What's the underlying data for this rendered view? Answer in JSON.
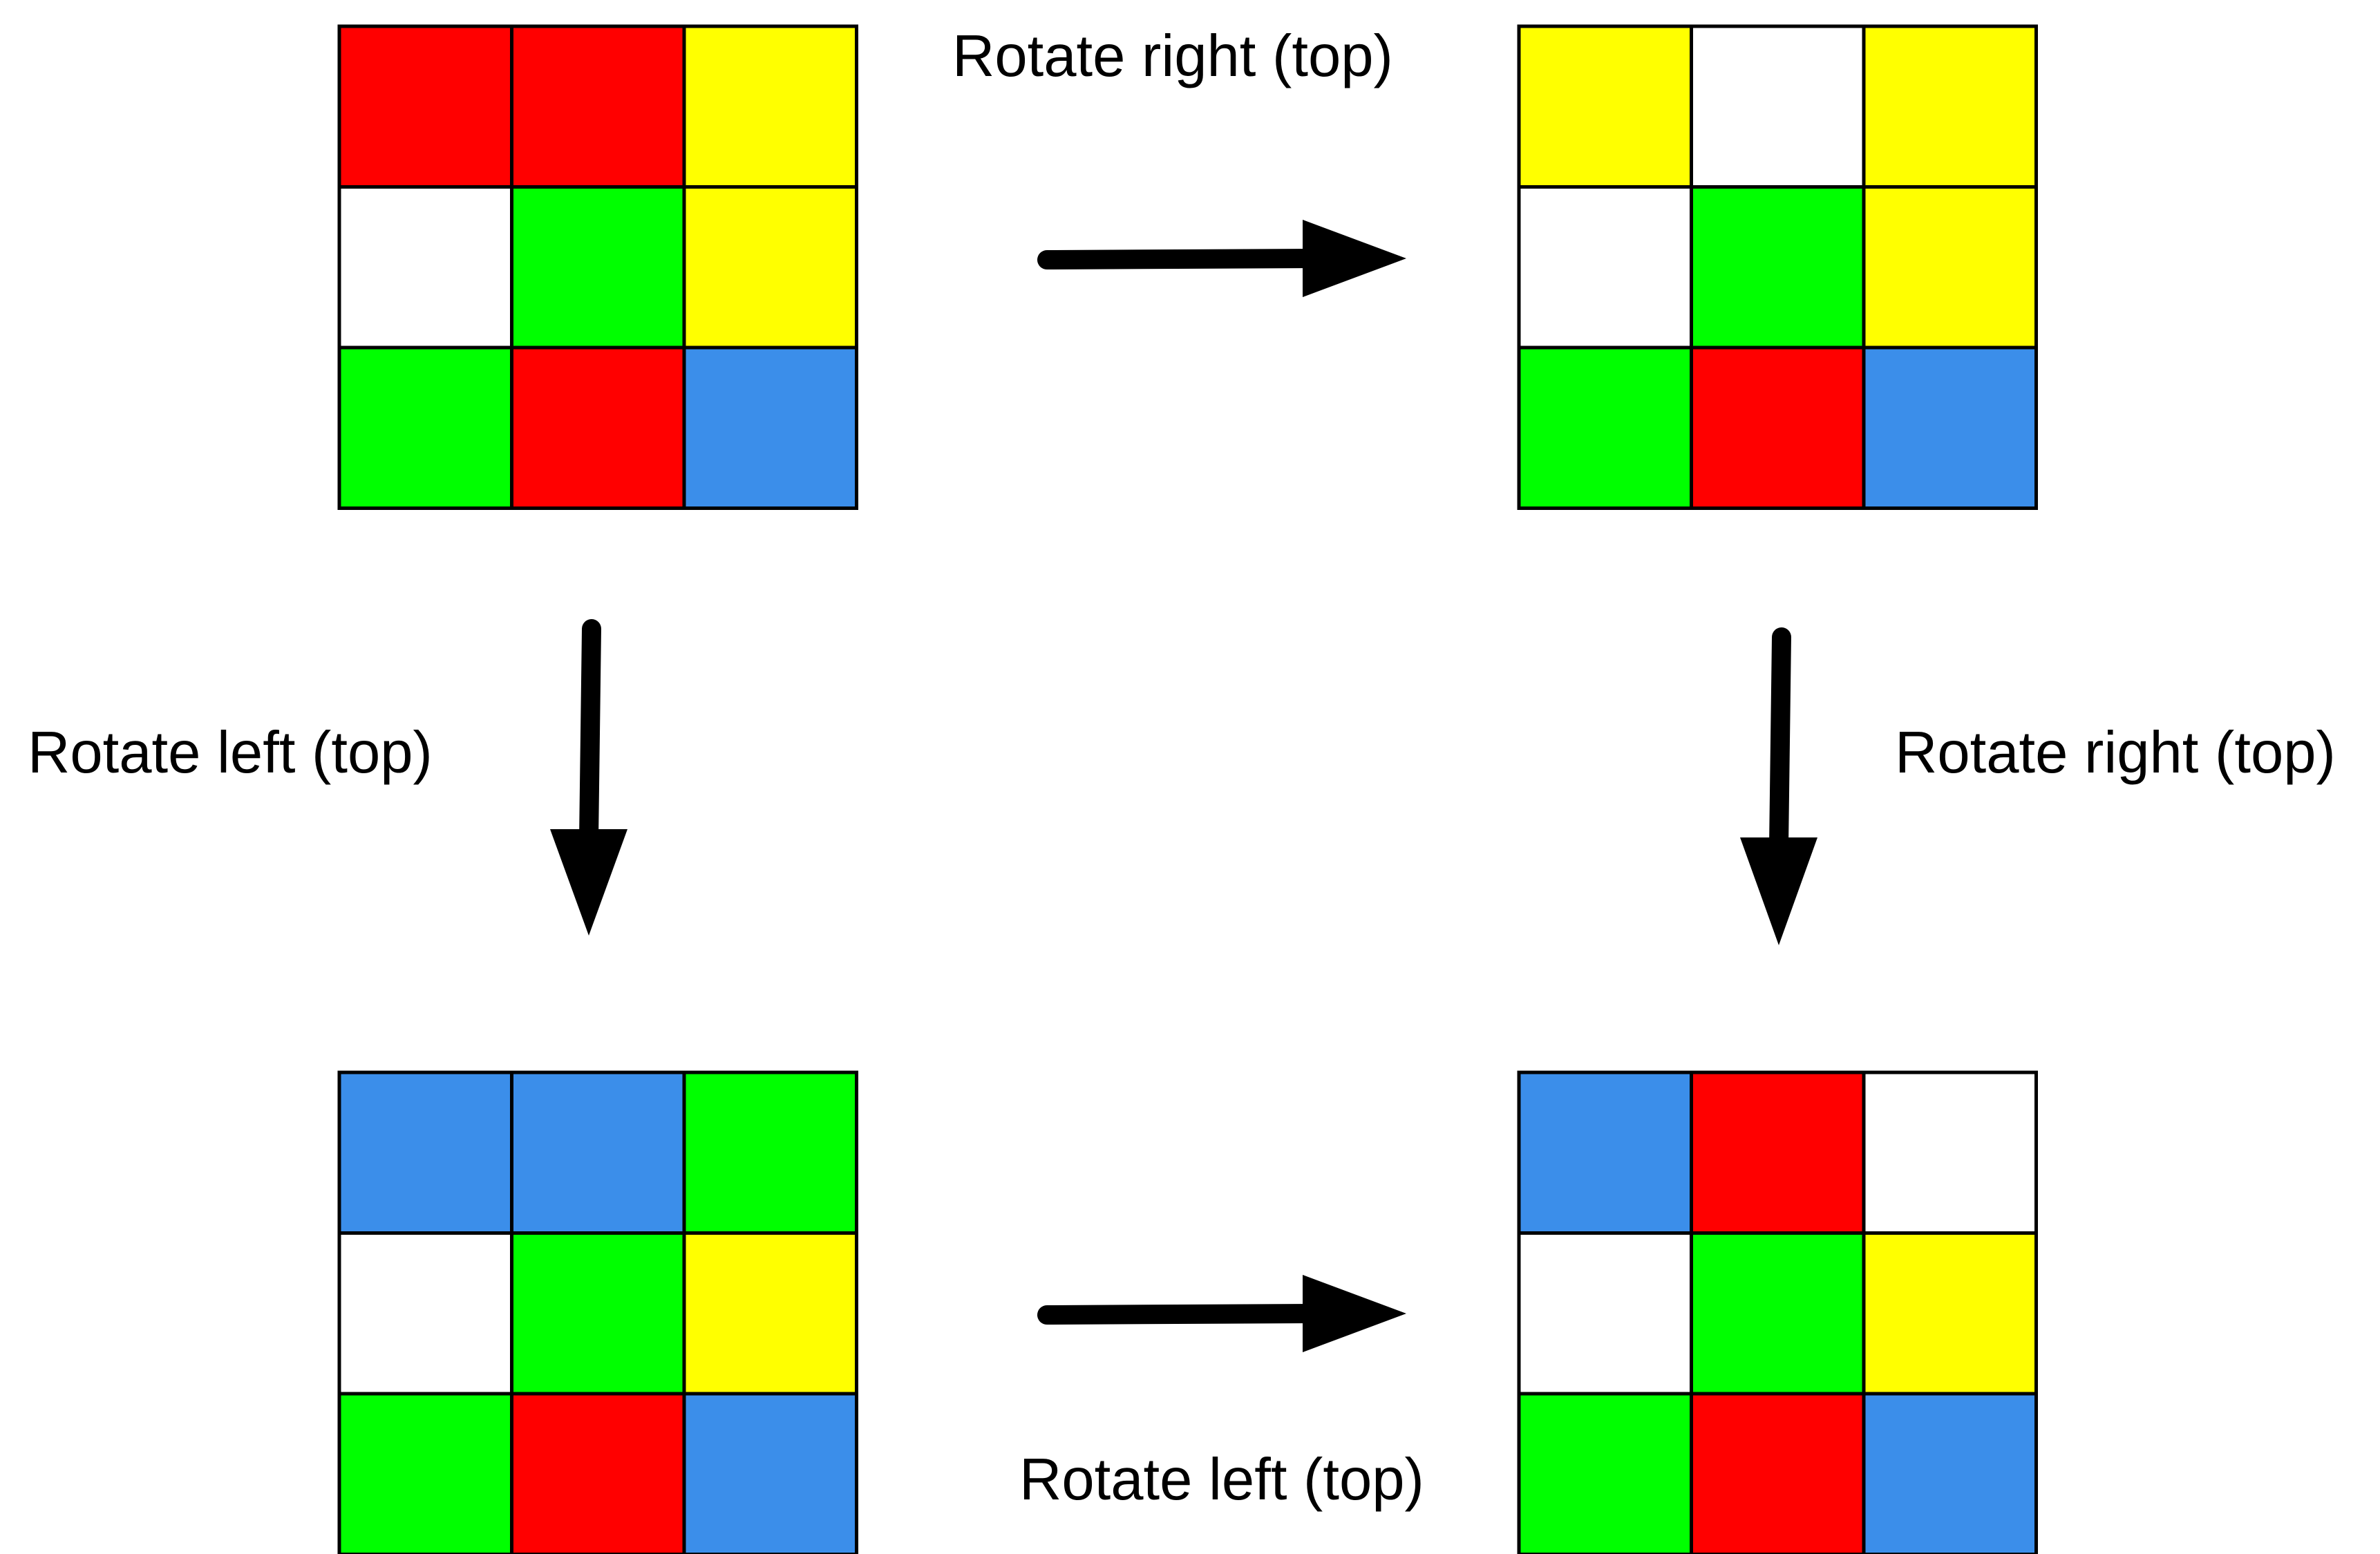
{
  "palette": {
    "R": "#ff0000",
    "Y": "#ffff00",
    "W": "#ffffff",
    "G": "#00ff00",
    "B": "#3b8eea"
  },
  "grids": [
    {
      "id": "top-left",
      "rows": [
        [
          "R",
          "R",
          "Y"
        ],
        [
          "W",
          "G",
          "Y"
        ],
        [
          "G",
          "R",
          "B"
        ]
      ]
    },
    {
      "id": "top-right",
      "rows": [
        [
          "Y",
          "W",
          "Y"
        ],
        [
          "W",
          "G",
          "Y"
        ],
        [
          "G",
          "R",
          "B"
        ]
      ]
    },
    {
      "id": "bottom-left",
      "rows": [
        [
          "B",
          "B",
          "G"
        ],
        [
          "W",
          "G",
          "Y"
        ],
        [
          "G",
          "R",
          "B"
        ]
      ]
    },
    {
      "id": "bottom-right",
      "rows": [
        [
          "B",
          "R",
          "W"
        ],
        [
          "W",
          "G",
          "Y"
        ],
        [
          "G",
          "R",
          "B"
        ]
      ]
    }
  ],
  "arrows": [
    {
      "id": "top",
      "from": "top-left",
      "to": "top-right",
      "label": "Rotate right (top)"
    },
    {
      "id": "left",
      "from": "top-left",
      "to": "bottom-left",
      "label": "Rotate left (top)"
    },
    {
      "id": "right",
      "from": "top-right",
      "to": "bottom-right",
      "label": "Rotate right (top)"
    },
    {
      "id": "bottom",
      "from": "bottom-left",
      "to": "bottom-right",
      "label": "Rotate left (top)"
    }
  ]
}
